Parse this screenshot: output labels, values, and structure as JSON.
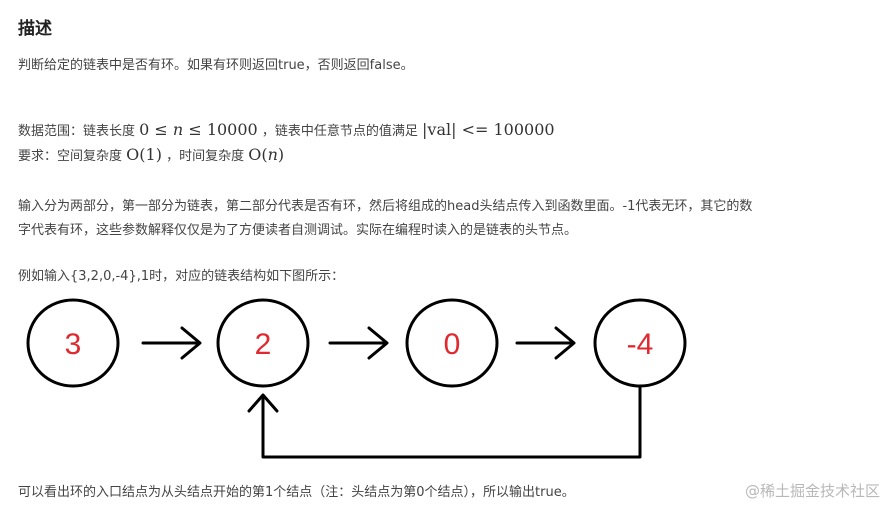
{
  "heading": "描述",
  "line1": "判断给定的链表中是否有环。如果有环则返回true，否则返回false。",
  "range": {
    "prefix": "数据范围：链表长度",
    "math1_pre": "0 ≤ ",
    "math1_var": "n",
    "math1_post": " ≤ 10000",
    "middle": "，链表中任意节点的值满足",
    "math2": "|val| <= 100000"
  },
  "requirement": {
    "prefix": "要求：空间复杂度",
    "space": "O(1)",
    "middle": "，时间复杂度",
    "time_pre": "O(",
    "time_var": "n",
    "time_post": ")"
  },
  "para1_line1": "输入分为两部分，第一部分为链表，第二部分代表是否有环，然后将组成的head头结点传入到函数里面。-1代表无环，其它的数",
  "para1_line2": "字代表有环，这些参数解释仅仅是为了方便读者自测调试。实际在编程时读入的是链表的头节点。",
  "example_intro": "例如输入{3,2,0,-4},1时，对应的链表结构如下图所示：",
  "diagram": {
    "nodes": [
      "3",
      "2",
      "0",
      "-4"
    ],
    "node_color": "#e0282e",
    "stroke_color": "#000000"
  },
  "conclusion": "可以看出环的入口结点为从头结点开始的第1个结点（注：头结点为第0个结点），所以输出true。",
  "watermark": "@稀土掘金技术社区"
}
